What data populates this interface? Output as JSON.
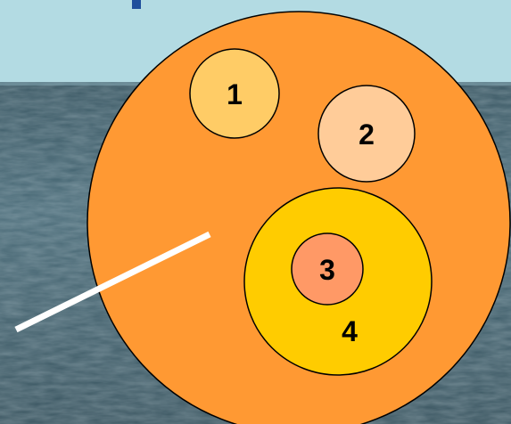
{
  "colors": {
    "header_band": "#b3dbe3",
    "header_accent": "#1f4f9c",
    "background_water": "#3d5a66",
    "outer_circle": "#ff9933",
    "circle_1": "#ffcc66",
    "circle_2": "#ffcc99",
    "circle_3": "#ff9966",
    "circle_4": "#ffcc00",
    "outline": "#000000",
    "pointer_line": "#ffffff"
  },
  "circles": {
    "c1": {
      "label": "1"
    },
    "c2": {
      "label": "2"
    },
    "c3": {
      "label": "3"
    },
    "c4": {
      "label": "4"
    }
  }
}
